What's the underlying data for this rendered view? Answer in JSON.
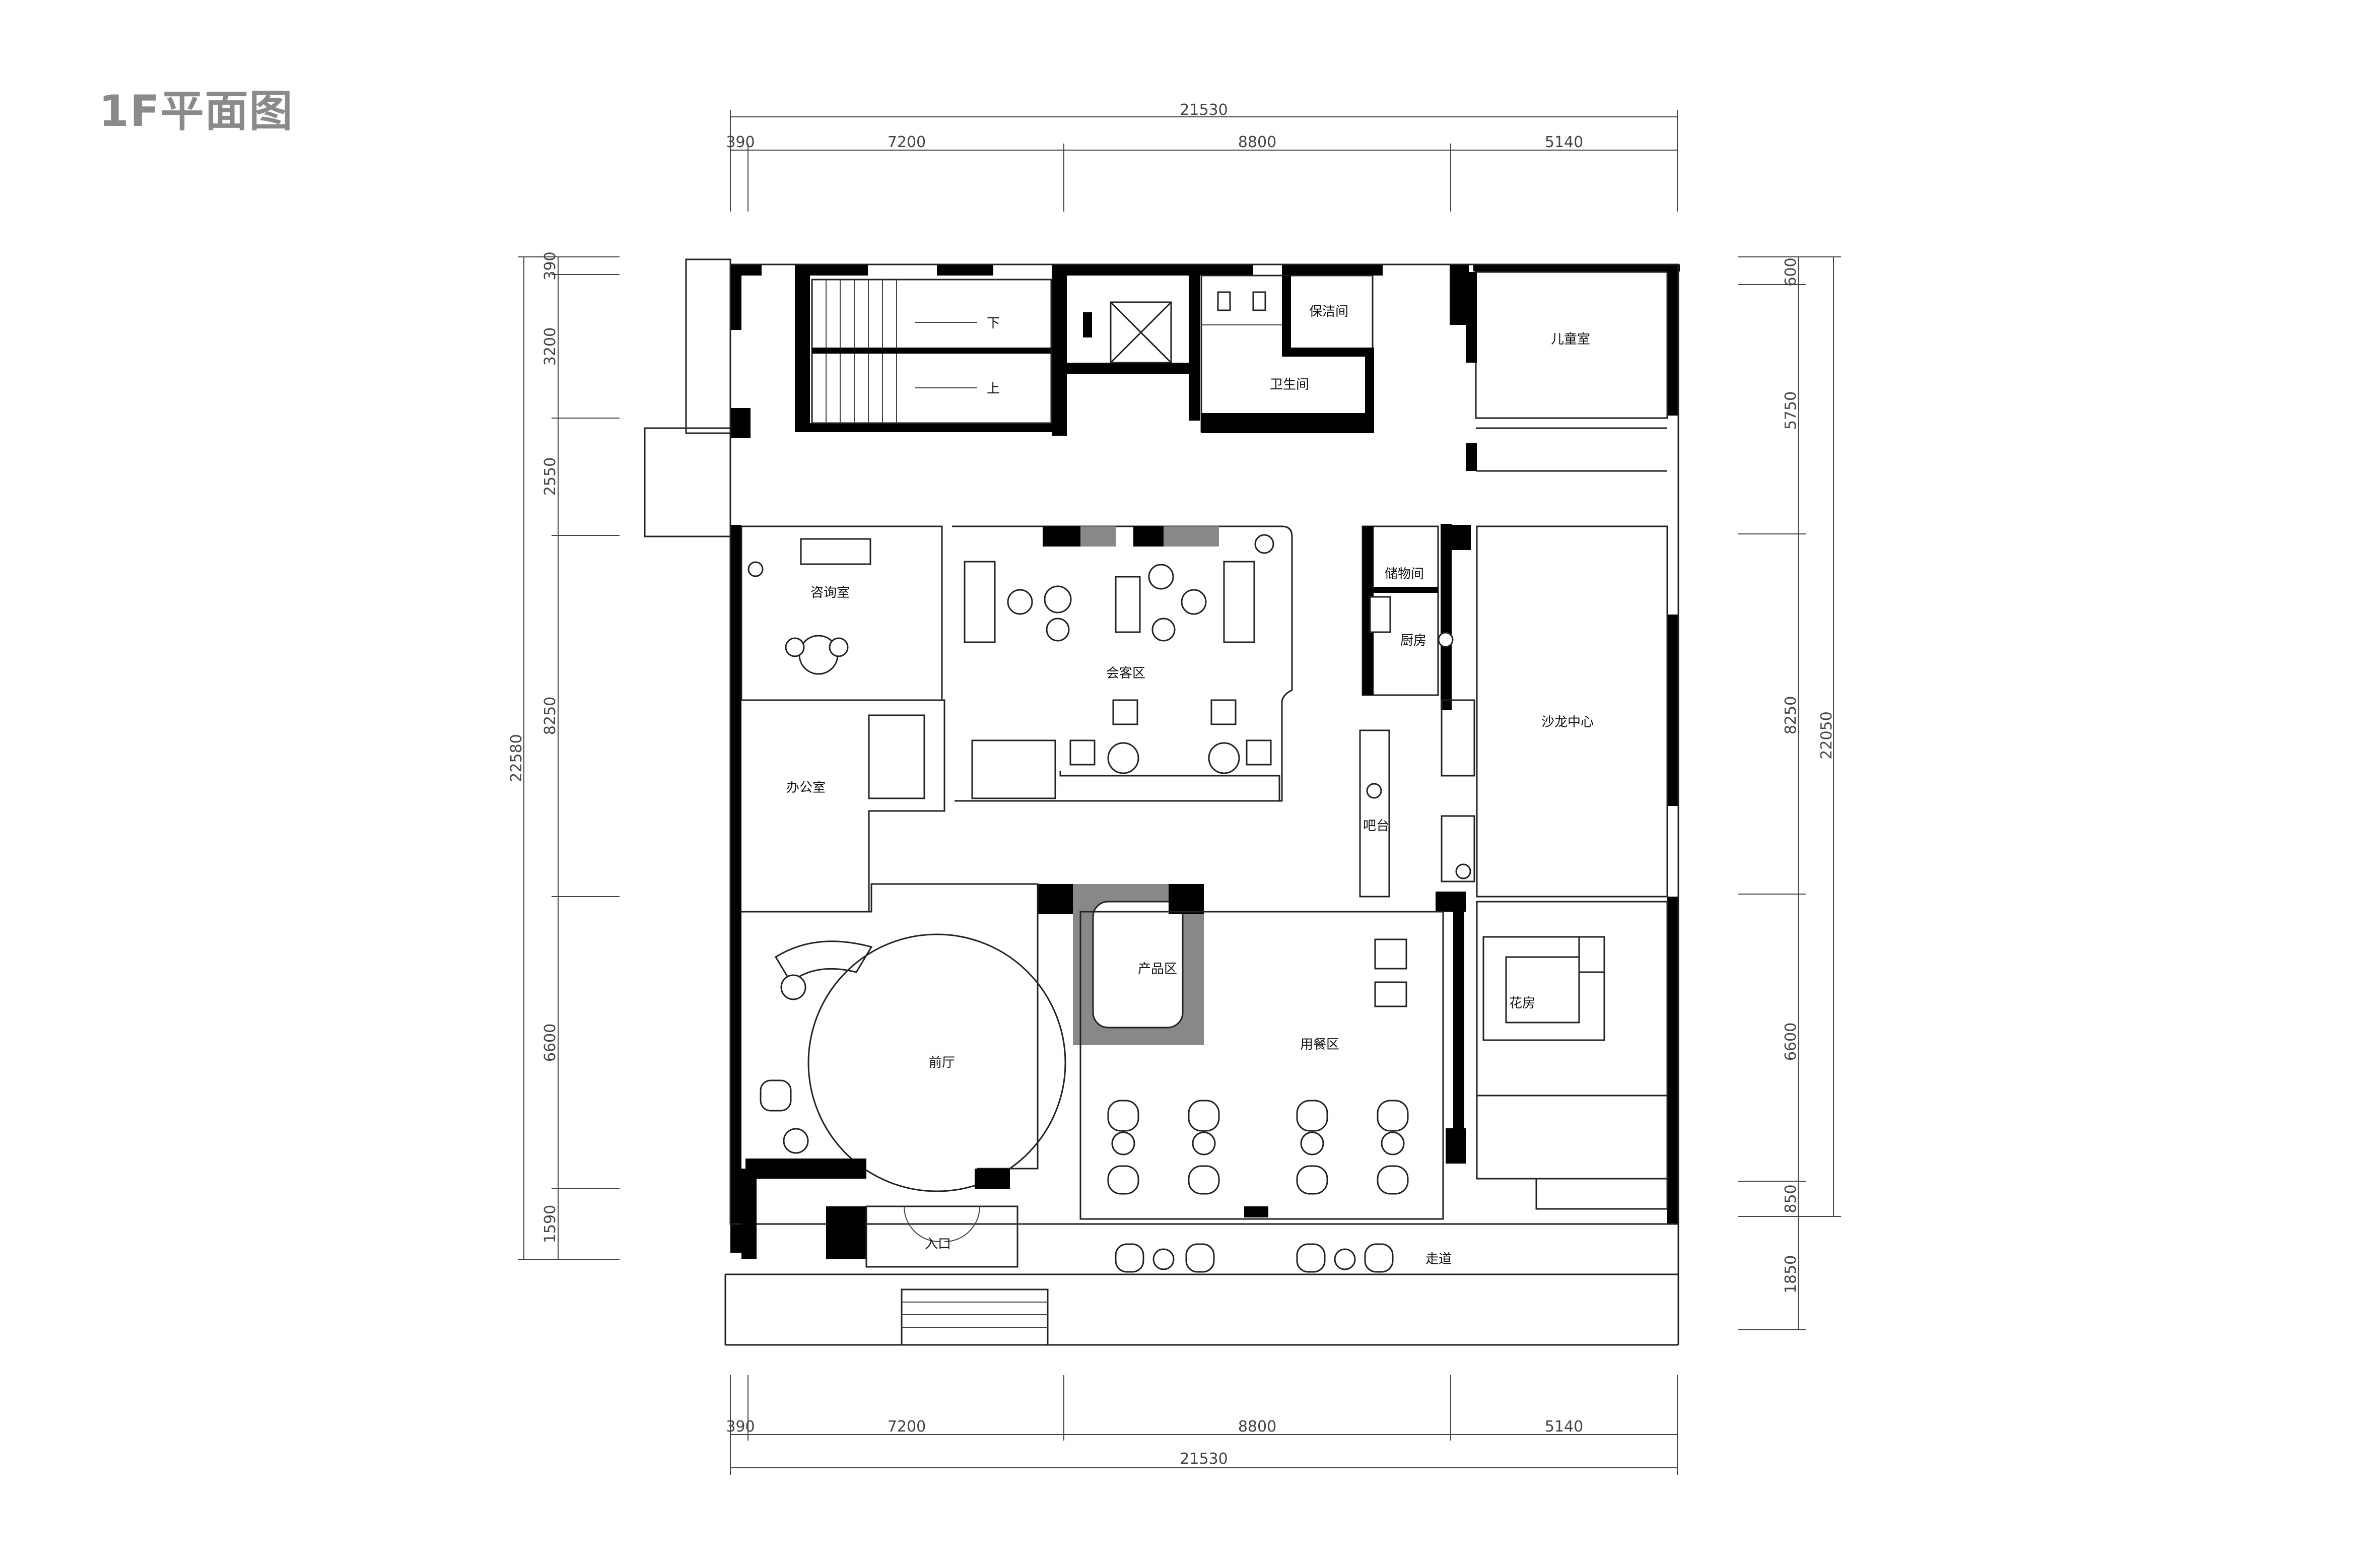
{
  "title": "1F平面图",
  "dimensions": {
    "top_total": "21530",
    "top_segments": [
      "390",
      "7200",
      "8800",
      "5140"
    ],
    "bottom_total": "21530",
    "bottom_segments": [
      "390",
      "7200",
      "8800",
      "5140"
    ],
    "left_total": "22580",
    "left_segments": [
      "390",
      "3200",
      "2550",
      "8250",
      "6600",
      "1590"
    ],
    "right_total": "22050",
    "right_segments": [
      "600",
      "5750",
      "8250",
      "6600",
      "850",
      "1850"
    ]
  },
  "rooms": {
    "down": "下",
    "up": "上",
    "janitor": "保洁间",
    "restroom": "卫生间",
    "children": "儿童室",
    "consult": "咨询室",
    "reception": "会客区",
    "storage": "储物间",
    "kitchen": "厨房",
    "salon": "沙龙中心",
    "office": "办公室",
    "bar": "吧台",
    "product": "产品区",
    "flower": "花房",
    "dining": "用餐区",
    "lobby": "前厅",
    "entrance": "入口",
    "corridor": "走道"
  }
}
